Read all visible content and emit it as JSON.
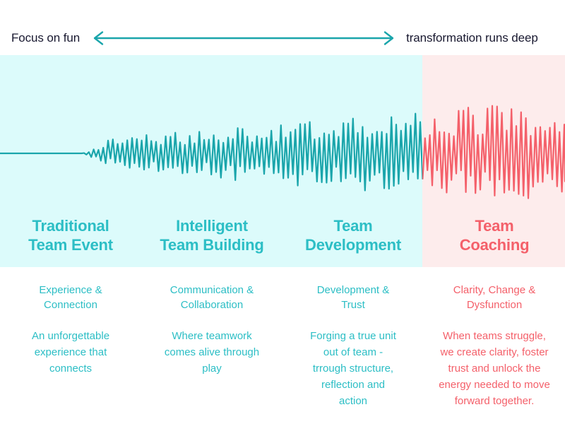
{
  "axis": {
    "left_label": "Focus on fun",
    "right_label": "transformation runs deep",
    "arrow_name": "double-headed-arrow"
  },
  "colors": {
    "teal_text": "#2cbec5",
    "teal_line": "#1aa5ab",
    "red_text": "#f4606a",
    "red_line": "#f4606a",
    "band_cool_bg": "#dcfbfb",
    "band_warm_bg": "#fdecec",
    "axis_text": "#191930",
    "page_bg": "#ffffff"
  },
  "columns": [
    {
      "heading_lines": [
        "Traditional",
        "Team Event"
      ],
      "heading_color": "teal",
      "subtitle_lines": [
        "Experience &",
        "Connection"
      ],
      "description_lines": [
        "An unforgettable",
        "experience that",
        "connects"
      ]
    },
    {
      "heading_lines": [
        "Intelligent",
        "Team Building"
      ],
      "heading_color": "teal",
      "subtitle_lines": [
        "Communication &",
        "Collaboration"
      ],
      "description_lines": [
        "Where teamwork",
        "comes alive through",
        "play"
      ]
    },
    {
      "heading_lines": [
        "Team",
        "Development"
      ],
      "heading_color": "teal",
      "subtitle_lines": [
        "Development &",
        "Trust"
      ],
      "description_lines": [
        "Forging a true unit",
        "out of team -",
        "trrough structure,",
        "reflection and",
        "action"
      ]
    },
    {
      "heading_lines": [
        "Team",
        "Coaching"
      ],
      "heading_color": "red",
      "subtitle_lines": [
        "Clarity, Change &",
        "Dysfunction"
      ],
      "description_lines": [
        "When teams struggle,",
        "we create clarity, foster",
        "trust and unlock the",
        "energy needed to move",
        "forward together."
      ]
    }
  ],
  "chart_data": {
    "type": "line",
    "title": "",
    "xlabel": "",
    "ylabel": "",
    "description": "Audio-style waveform whose amplitude grows from flat at the left to maximum at the right; teal up to x=598px then salmon-red.",
    "baseline_y": 217,
    "flat_until_x": 118,
    "split_x": 598,
    "x_start": 0,
    "x_end": 800,
    "amplitude_min": 0,
    "amplitude_max": 72,
    "point_spacing_px": 3.4,
    "stroke_width": 2.2,
    "series": [
      {
        "name": "Traditional to Team Development (teal)",
        "color": "#1aa5ab",
        "x_range": [
          0,
          598
        ]
      },
      {
        "name": "Team Coaching (red)",
        "color": "#f4606a",
        "x_range": [
          598,
          800
        ]
      }
    ],
    "amplitude_profile": [
      {
        "x": 0,
        "amplitude": 0
      },
      {
        "x": 118,
        "amplitude": 0
      },
      {
        "x": 160,
        "amplitude": 22
      },
      {
        "x": 240,
        "amplitude": 30
      },
      {
        "x": 320,
        "amplitude": 38
      },
      {
        "x": 420,
        "amplitude": 46
      },
      {
        "x": 520,
        "amplitude": 54
      },
      {
        "x": 598,
        "amplitude": 60
      },
      {
        "x": 700,
        "amplitude": 68
      },
      {
        "x": 800,
        "amplitude": 66
      }
    ]
  }
}
